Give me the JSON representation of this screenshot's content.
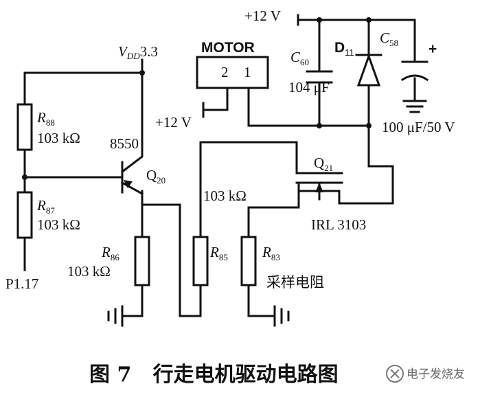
{
  "vdd": {
    "symbol": "V",
    "sub": "DD",
    "value": "3.3"
  },
  "supply_top": "+12 V",
  "supply_motor": "+12 V",
  "motor": {
    "title": "MOTOR",
    "pin2": "2",
    "pin1": "1"
  },
  "r88": {
    "letter": "R",
    "num": "88",
    "value": "103 kΩ"
  },
  "r87": {
    "letter": "R",
    "num": "87",
    "value": "103 kΩ"
  },
  "r86": {
    "letter": "R",
    "num": "86",
    "value": "103 kΩ"
  },
  "r85": {
    "letter": "R",
    "num": "85",
    "value": "103 kΩ"
  },
  "r83": {
    "letter": "R",
    "num": "83",
    "note": "采样电阻"
  },
  "q20": {
    "part": "8550",
    "letter": "Q",
    "num": "20"
  },
  "q21": {
    "letter": "Q",
    "num": "21",
    "part": "IRL 3103"
  },
  "d11": {
    "letter": "D",
    "num": "11"
  },
  "c60": {
    "letter": "C",
    "num": "60",
    "value": "104 μF"
  },
  "c58": {
    "letter": "C",
    "num": "58",
    "polarity": "+",
    "value": "100 μF/50 V"
  },
  "port": "P1.17",
  "caption": "图 7   行走电机驱动电路图",
  "watermark": "电子发烧友"
}
